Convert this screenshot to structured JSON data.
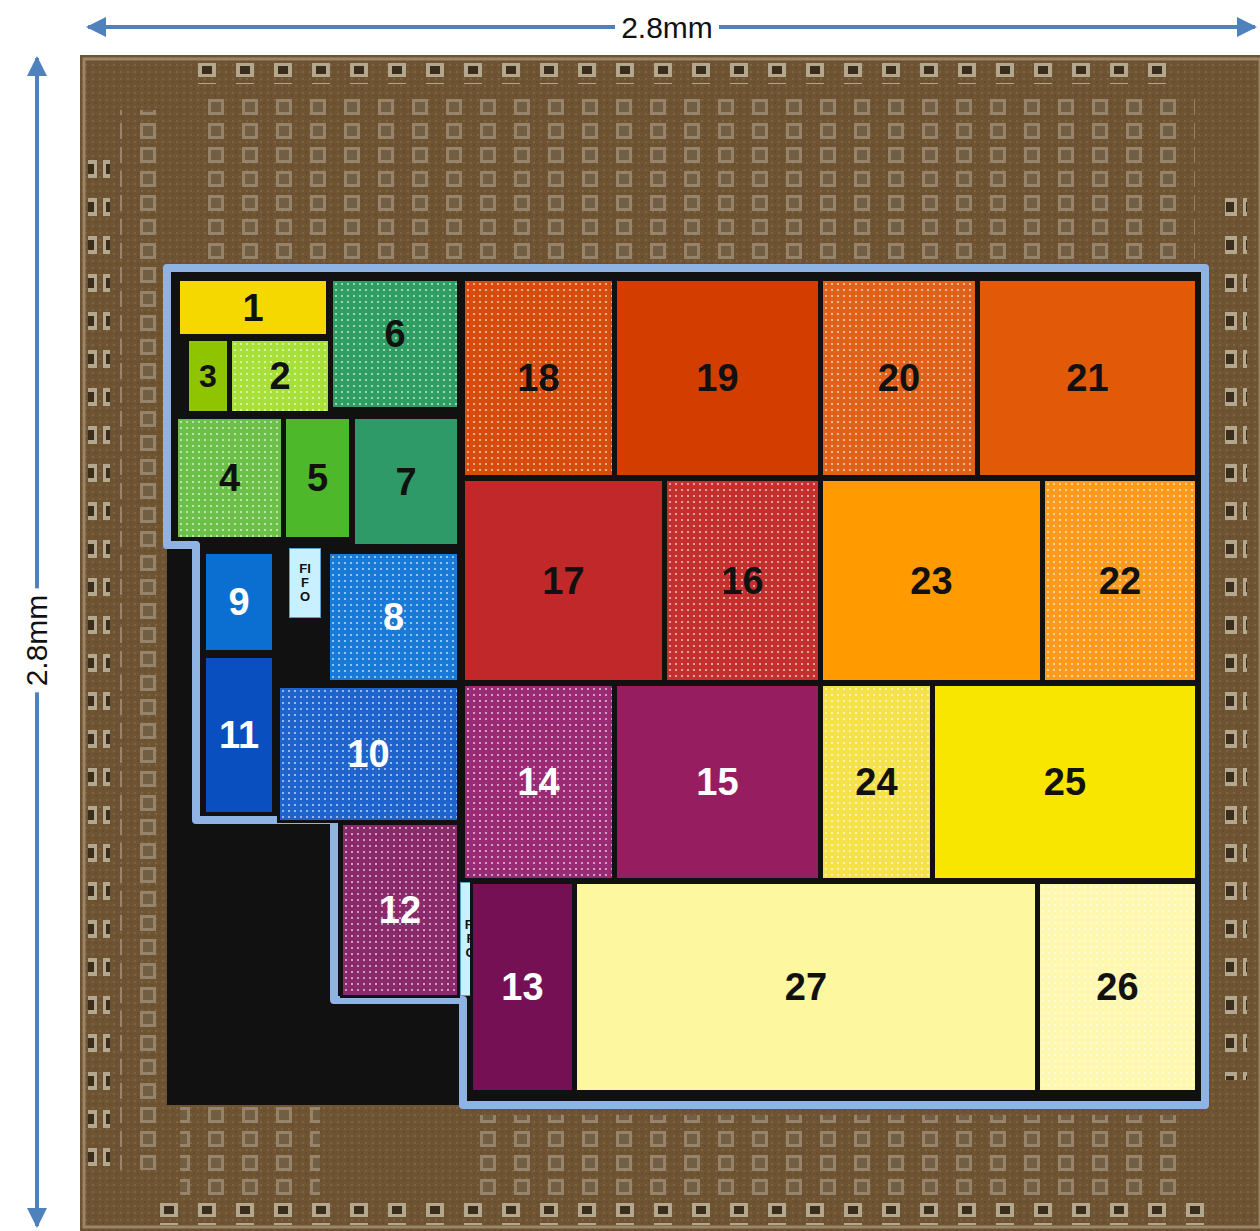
{
  "diagram": {
    "nodes": [
      {
        "text": [
          "1"
        ]
      },
      {
        "text": [
          "6"
        ]
      },
      {
        "text": [
          "18"
        ]
      },
      {
        "text": [
          "19"
        ]
      },
      {
        "text": [
          "20"
        ]
      },
      {
        "text": [
          "21"
        ]
      },
      {
        "text": [
          "3"
        ]
      },
      {
        "text": [
          "2"
        ]
      },
      {
        "text": [
          "4"
        ]
      },
      {
        "text": [
          "5"
        ]
      },
      {
        "text": [
          "7"
        ]
      },
      {
        "text": [
          "17"
        ]
      },
      {
        "text": [
          "16"
        ]
      },
      {
        "text": [
          "23"
        ]
      },
      {
        "text": [
          "22"
        ]
      },
      {
        "text": [
          "9"
        ]
      },
      {
        "text": [
          "FIFO"
        ]
      },
      {
        "text": [
          "8"
        ]
      },
      {
        "text": [
          "11"
        ]
      },
      {
        "text": [
          "10"
        ]
      },
      {
        "text": [
          "14"
        ]
      },
      {
        "text": [
          "15"
        ]
      },
      {
        "text": [
          "24"
        ]
      },
      {
        "text": [
          "25"
        ]
      },
      {
        "text": [
          "12"
        ]
      },
      {
        "text": [
          "FIFO"
        ]
      },
      {
        "text": [
          "13"
        ]
      },
      {
        "text": [
          "27"
        ]
      },
      {
        "text": [
          "26"
        ]
      }
    ],
    "labels": [
      "2.8mm",
      "2.8mm"
    ]
  }
}
